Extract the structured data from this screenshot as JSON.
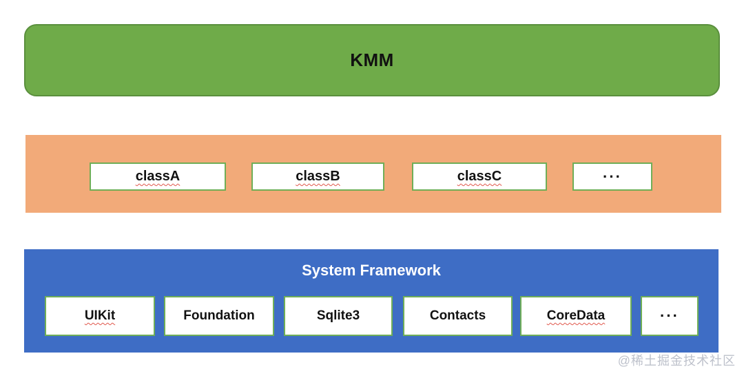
{
  "diagram": {
    "kmm_layer": {
      "label": "KMM"
    },
    "shared_layer": {
      "boxes": [
        {
          "label": "classA",
          "misspelled": true
        },
        {
          "label": "classB",
          "misspelled": true
        },
        {
          "label": "classC",
          "misspelled": true
        },
        {
          "label": "···",
          "misspelled": false
        }
      ]
    },
    "system_layer": {
      "title": "System Framework",
      "boxes": [
        {
          "label": "UIKit",
          "misspelled": true
        },
        {
          "label": "Foundation",
          "misspelled": false
        },
        {
          "label": "Sqlite3",
          "misspelled": false
        },
        {
          "label": "Contacts",
          "misspelled": false
        },
        {
          "label": "CoreData",
          "misspelled": true
        },
        {
          "label": "···",
          "misspelled": false
        }
      ]
    },
    "watermark": "@稀土掘金技术社区",
    "colors": {
      "kmm_fill": "#6fab49",
      "kmm_border": "#5a8f3d",
      "shared_fill": "#f2aa79",
      "system_fill": "#3e6dc5",
      "box_border": "#6fae57",
      "spellcheck_underline": "#e0564a"
    }
  }
}
